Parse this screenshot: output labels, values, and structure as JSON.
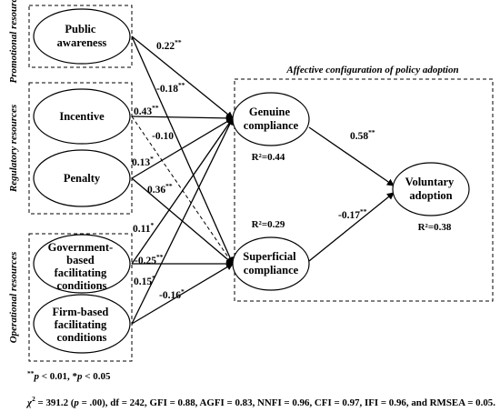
{
  "groups": {
    "promotional": "Promotional resources",
    "regulatory": "Regulatory resources",
    "operational": "Operational resources",
    "configuration": "Affective configuration of policy adoption"
  },
  "nodes": {
    "public_awareness": [
      "Public",
      "awareness"
    ],
    "incentive": [
      "Incentive"
    ],
    "penalty": [
      "Penalty"
    ],
    "gov_facilitating": [
      "Government-",
      "based",
      "facilitating",
      "conditions"
    ],
    "firm_facilitating": [
      "Firm-based",
      "facilitating",
      "conditions"
    ],
    "genuine": [
      "Genuine",
      "compliance"
    ],
    "superficial": [
      "Superficial",
      "compliance"
    ],
    "voluntary": [
      "Voluntary",
      "adoption"
    ]
  },
  "r2": {
    "genuine": "R²=0.44",
    "superficial": "R²=0.29",
    "voluntary": "R²=0.38"
  },
  "paths": {
    "pa_gen": {
      "value": "-0.18",
      "sig": "**"
    },
    "pa_sup": {
      "value": "0.22",
      "sig": "**"
    },
    "inc_gen": {
      "value": "0.43",
      "sig": "**"
    },
    "inc_sup": {
      "value": "-0.10",
      "sig": ""
    },
    "pen_gen": {
      "value": "0.13",
      "sig": "*"
    },
    "pen_sup": {
      "value": "0.36",
      "sig": "**"
    },
    "gov_gen": {
      "value": "0.11",
      "sig": "*"
    },
    "gov_sup": {
      "value": "-0.25",
      "sig": "**"
    },
    "firm_gen": {
      "value": "0.15",
      "sig": "*"
    },
    "firm_sup": {
      "value": "-0.16",
      "sig": "*"
    },
    "gen_vol": {
      "value": "0.58",
      "sig": "**"
    },
    "sup_vol": {
      "value": "-0.17",
      "sig": "**"
    }
  },
  "notes": {
    "significance": {
      "p1": "p",
      "t1": " < 0.01, *",
      "p2": "p",
      "t2": " < 0.05"
    },
    "fit": {
      "chi": "χ",
      "sq": "2",
      "a": " = 391.2 (",
      "p": "p",
      "b": " = .00), df = 242, GFI = 0.88, AGFI = 0.83, NNFI = 0.96, CFI = 0.97, IFI = 0.96, and RMSEA = 0.05."
    }
  }
}
